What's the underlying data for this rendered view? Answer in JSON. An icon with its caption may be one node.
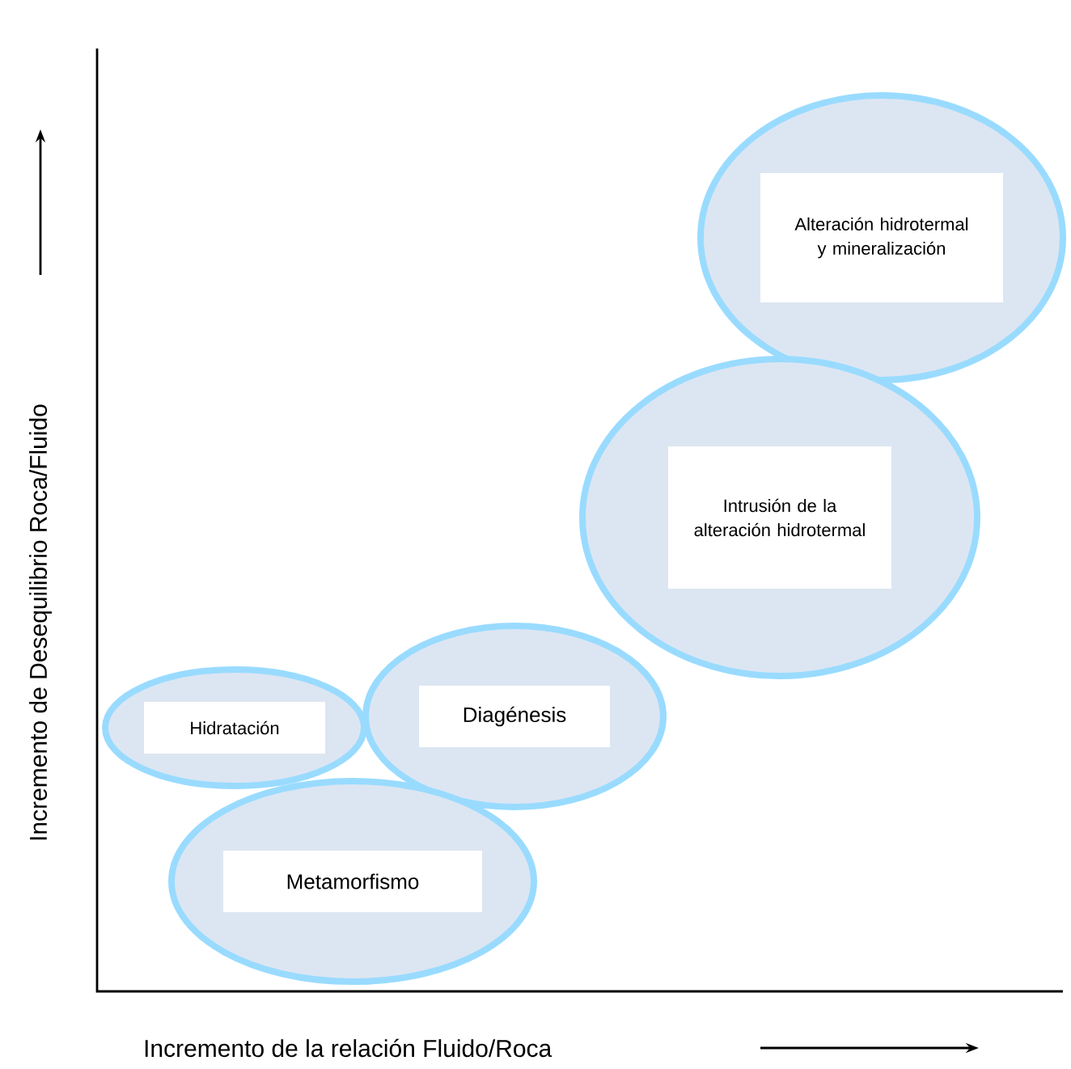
{
  "diagram": {
    "nodes": [
      {
        "text": [
          "Alteración hidrotermal y mineralización"
        ]
      },
      {
        "text": [
          "Intrusión de la alteración hidrotermal"
        ]
      },
      {
        "text": [
          "Hidratación"
        ]
      },
      {
        "text": [
          "Diagénesis"
        ]
      },
      {
        "text": [
          "Metamorfismo"
        ]
      }
    ],
    "labels": [
      "Incremento de Desequilibrio Roca/Fluido",
      "Incremento de la relación Fluido/Roca"
    ]
  }
}
